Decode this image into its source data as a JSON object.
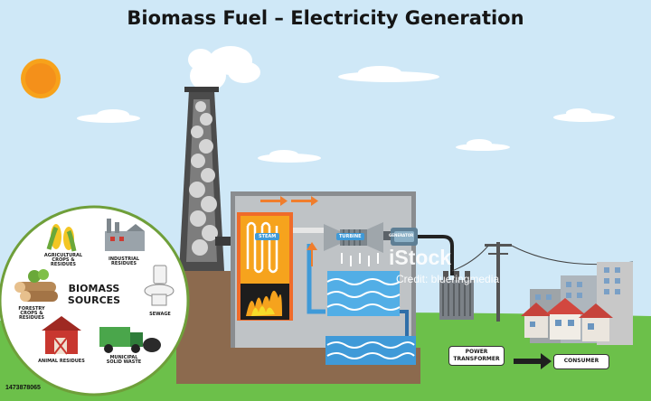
{
  "title": "Biomass Fuel – Electricity Generation",
  "biomass_sources": {
    "heading_line1": "BIOMASS",
    "heading_line2": "SOURCES",
    "items": [
      {
        "line1": "AGRICULTURAL",
        "line2": "CROPS & RESIDUES"
      },
      {
        "line1": "INDUSTRIAL",
        "line2": "RESIDUES"
      },
      {
        "line1": "FORESTRY",
        "line2": "CROPS & RESIDUES"
      },
      {
        "line1": "SEWAGE",
        "line2": ""
      },
      {
        "line1": "ANIMAL RESIDUES",
        "line2": ""
      },
      {
        "line1": "MUNICIPAL",
        "line2": "SOLID WASTE"
      }
    ]
  },
  "plant_labels": {
    "steam": "STEAM",
    "turbine": "TURBINE",
    "generator": "GENERATOR"
  },
  "grid_labels": {
    "transformer_line1": "POWER",
    "transformer_line2": "TRANSFORMER",
    "consumer": "CONSUMER"
  },
  "watermark": {
    "brand": "iStock",
    "credit": "Credit: blueringmedia",
    "stock_id": "1473878065"
  },
  "colors": {
    "sky": "#cfe8f7",
    "grass": "#6cc04a",
    "soil": "#8c6a4e",
    "sun": "#f7a21b",
    "flame": "#f6a31d",
    "water": "#3f9ad8",
    "arrow": "#f07d2c"
  }
}
